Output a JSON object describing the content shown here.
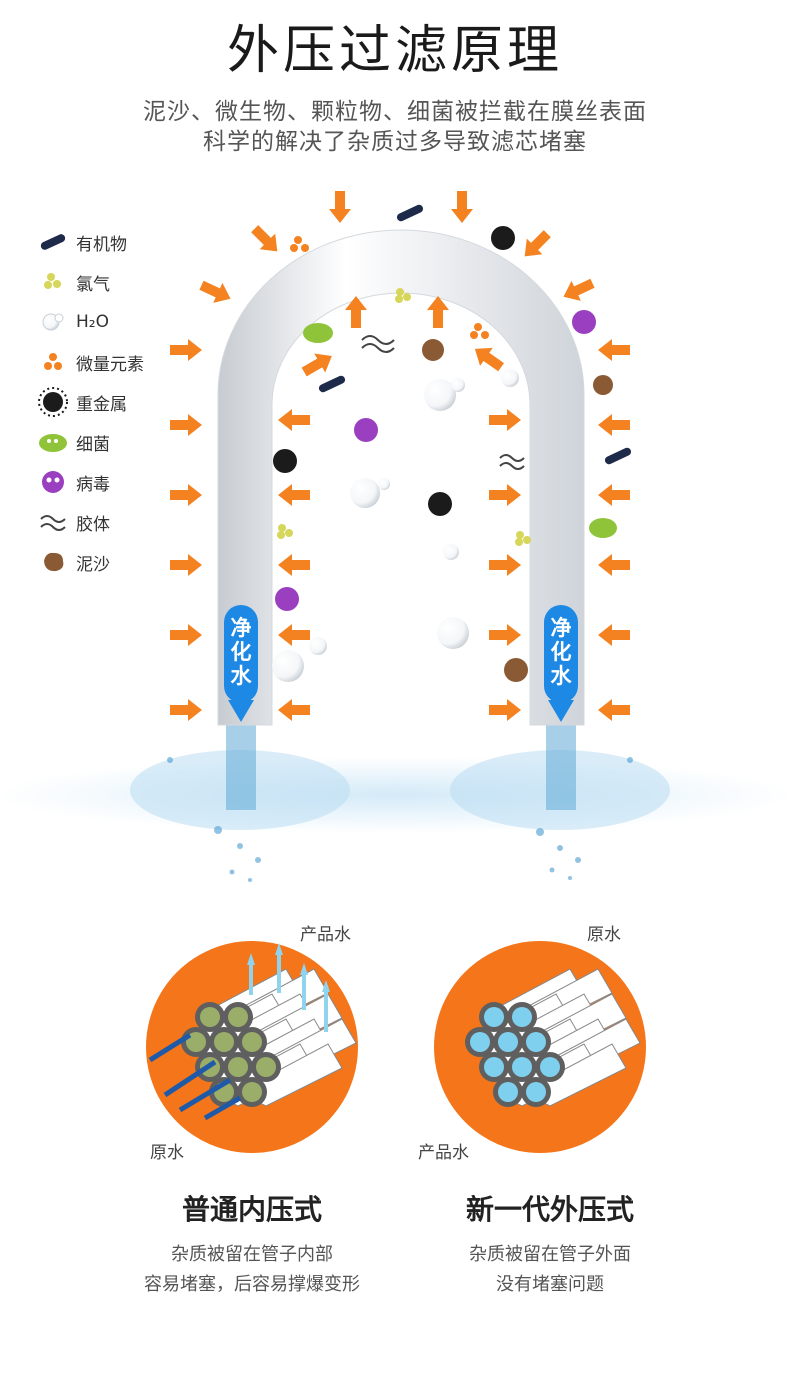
{
  "header": {
    "title": "外压过滤原理",
    "subtitle_line1": "泥沙、微生物、颗粒物、细菌被拦截在膜丝表面",
    "subtitle_line2": "科学的解决了杂质过多导致滤芯堵塞"
  },
  "legend": {
    "items": [
      {
        "icon": "organic-icon",
        "label": "有机物"
      },
      {
        "icon": "chlorine-icon",
        "label": "氯气"
      },
      {
        "icon": "water-molecule-icon",
        "label": "H₂O"
      },
      {
        "icon": "trace-element-icon",
        "label": "微量元素"
      },
      {
        "icon": "heavy-metal-icon",
        "label": "重金属"
      },
      {
        "icon": "bacteria-icon",
        "label": "细菌"
      },
      {
        "icon": "virus-icon",
        "label": "病毒"
      },
      {
        "icon": "colloid-icon",
        "label": "胶体"
      },
      {
        "icon": "sediment-icon",
        "label": "泥沙"
      }
    ]
  },
  "tube": {
    "left_label": "净化水",
    "right_label": "净化水"
  },
  "comparison": {
    "inner": {
      "top_label": "产品水",
      "bottom_label": "原水",
      "title": "普通内压式",
      "desc_line1": "杂质被留在管子内部",
      "desc_line2": "容易堵塞，后容易撑爆变形"
    },
    "outer": {
      "top_label": "原水",
      "bottom_label": "产品水",
      "title": "新一代外压式",
      "desc_line1": "杂质被留在管子外面",
      "desc_line2": "没有堵塞问题"
    }
  },
  "colors": {
    "arrow_orange": "#f58220",
    "purified_blue": "#1e88e5",
    "circle_orange": "#f5761a",
    "inner_tube_green": "#9aae6a",
    "outer_tube_blue": "#7fd0ee"
  }
}
